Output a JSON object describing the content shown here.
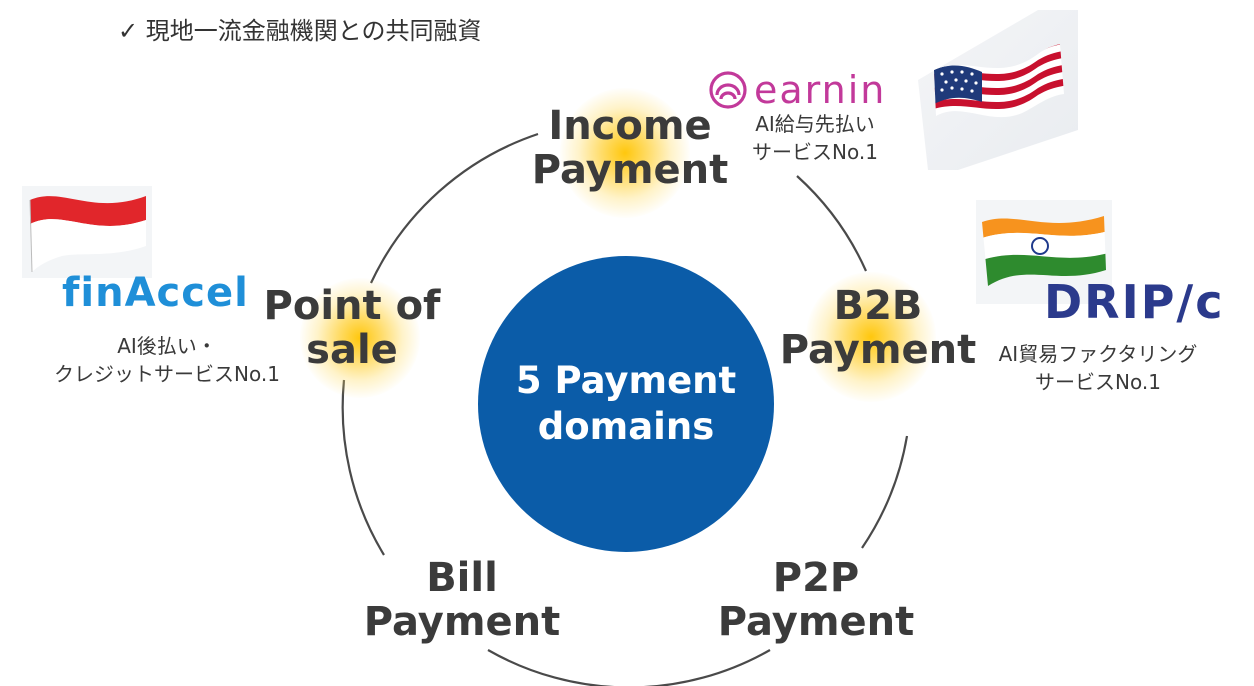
{
  "header": {
    "bullet_line": "✓ 現地一流金融機関との共同融資"
  },
  "center": {
    "line1": "5 Payment",
    "line2": "domains"
  },
  "domains": {
    "income": {
      "line1": "Income",
      "line2": "Payment"
    },
    "b2b": {
      "line1": "B2B",
      "line2": "Payment"
    },
    "p2p": {
      "line1": "P2P",
      "line2": "Payment"
    },
    "bill": {
      "line1": "Bill",
      "line2": "Payment"
    },
    "pos": {
      "line1": "Point of",
      "line2": "sale"
    }
  },
  "partners": {
    "earnin": {
      "logo_text": "earnin",
      "desc_line1": "AI給与先払い",
      "desc_line2": "サービスNo.1",
      "brand_color": "#c2399a"
    },
    "dripc": {
      "logo_text": "DRIP/c",
      "desc_line1": "AI貿易ファクタリング",
      "desc_line2": "サービスNo.1",
      "brand_color": "#2b3a8c"
    },
    "finaccel": {
      "logo_text": "finAccel",
      "desc_line1": "AI後払い・",
      "desc_line2": "クレジットサービスNo.1",
      "brand_colors": [
        "#1f8fd8",
        "#f36f21"
      ]
    }
  },
  "flags": {
    "usa": "usa-flag-icon",
    "india": "india-flag-icon",
    "indonesia": "indonesia-flag-icon"
  },
  "colors": {
    "center_fill": "#0b5ca8",
    "glow": "#ffc400",
    "ring": "#4a4a4a"
  }
}
